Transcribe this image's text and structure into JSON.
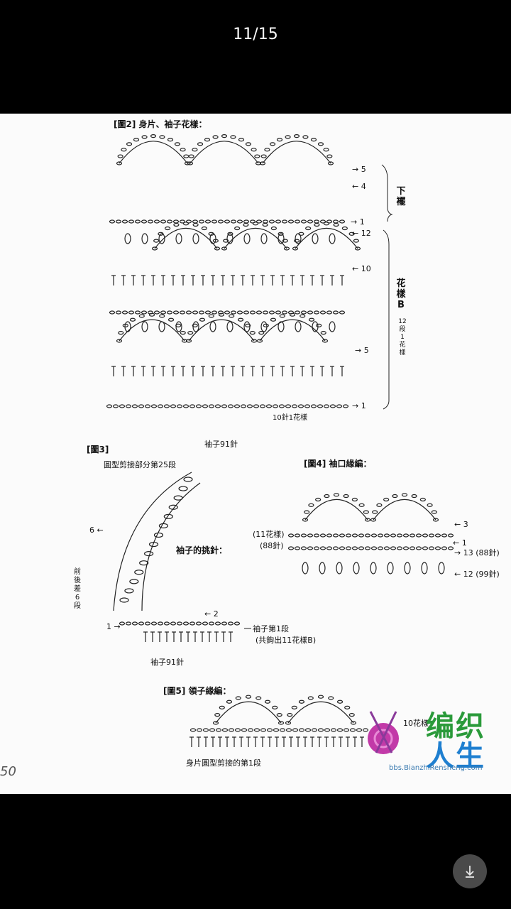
{
  "viewer": {
    "page_counter": "11/15"
  },
  "figure2": {
    "title": "[圖2] 身片、袖子花樣：",
    "rows": [
      "5",
      "4",
      "1",
      "12",
      "10",
      "5",
      "1"
    ],
    "section_lower": "下襬",
    "section_pattern": "花樣B",
    "section_pattern_note": "12段1花樣",
    "repeat_note": "10針1花樣"
  },
  "figure3": {
    "title": "[圖3]",
    "sleeve_top": "袖子91針",
    "curve_note": "圓型剪接部分第25段",
    "center_label": "袖子的挑針：",
    "left_note": "前後差6段",
    "row_6": "6",
    "row_2": "2",
    "row_1": "1",
    "first_row": "袖子第1段",
    "first_row_note": "(共鉤出11花樣B)",
    "sleeve_bottom": "袖子91針"
  },
  "figure4": {
    "title": "[圖4] 袖口緣編：",
    "left1": "(11花樣)",
    "left2": "(88針)",
    "r3": "3",
    "r1": "1",
    "r13": "13 (88針)",
    "r12": "12 (99針)"
  },
  "figure5": {
    "title": "[圖5] 領子緣編：",
    "flower_note": "10花樣",
    "bottom_note": "身片圓型剪接的第1段"
  },
  "page_number": "50",
  "watermark": {
    "line1": "编织",
    "line2": "人生",
    "url": "bbs.BianzhiRensheng.com"
  }
}
